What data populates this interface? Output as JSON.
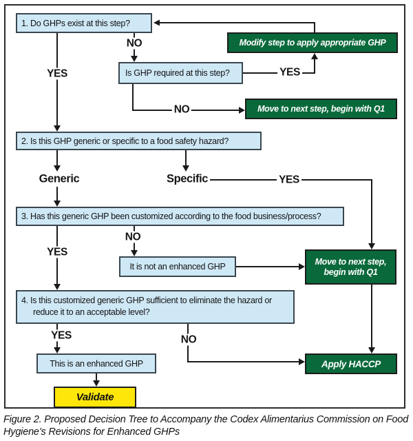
{
  "figure": {
    "caption": "Figure 2. Proposed Decision Tree to Accompany the Codex Alimentarius Commission on Food Hygiene’s Revisions for Enhanced GHPs"
  },
  "colors": {
    "question_box_fill": "#CFE8F6",
    "question_box_border": "#39464E",
    "action_box_fill": "#0A693B",
    "validate_box_fill": "#FFE60A",
    "line_color": "#1A1A1A"
  },
  "nodes": {
    "q1": "1. Do GHPs exist at this step?",
    "ghp_required": "Is GHP required at this step?",
    "modify_step": "Modify step to apply appropriate GHP",
    "move_next_1": "Move to next step, begin with Q1",
    "q2": "2. Is this GHP generic or specific to a food safety hazard?",
    "q3": "3. Has this generic GHP been customized according to the food business/process?",
    "not_enhanced": "It is not an enhanced GHP",
    "move_next_2_line1": "Move to next step,",
    "move_next_2_line2": "begin with Q1",
    "q4_line1": "4. Is this customized generic GHP sufficient to eliminate the hazard or",
    "q4_line2": "reduce it to an acceptable level?",
    "enhanced": "This is an enhanced GHP",
    "apply_haccp": "Apply HACCP",
    "validate": "Validate"
  },
  "edge_labels": {
    "q1_no": "NO",
    "q1_yes": "YES",
    "required_yes": "YES",
    "required_no": "NO",
    "generic": "Generic",
    "specific": "Specific",
    "specific_yes": "YES",
    "q3_no": "NO",
    "q3_yes": "YES",
    "q4_yes": "YES",
    "q4_no": "NO"
  }
}
